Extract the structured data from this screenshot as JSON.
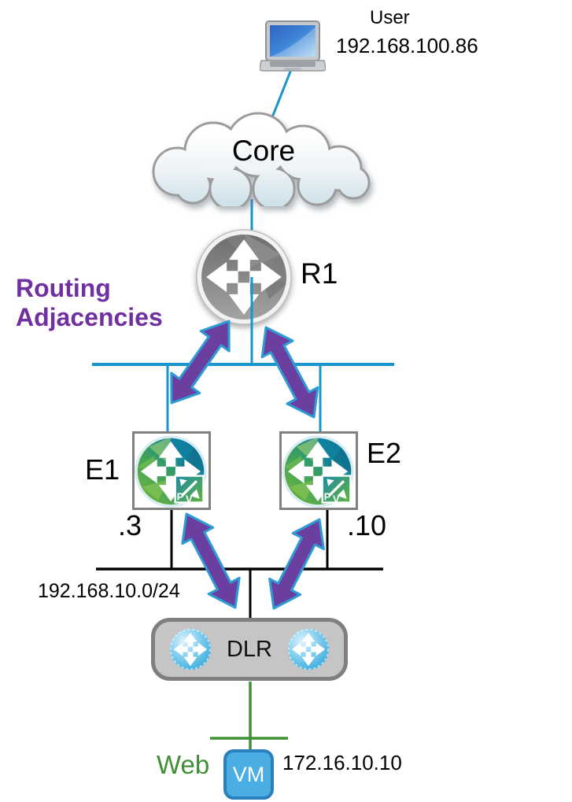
{
  "nodes": {
    "user": {
      "label": "User",
      "ip": "192.168.100.86"
    },
    "core": {
      "label": "Core"
    },
    "r1": {
      "label": "R1"
    },
    "e1": {
      "label": "E1",
      "ip": ".3"
    },
    "e2": {
      "label": "E2",
      "ip": ".10"
    },
    "dlr": {
      "label": "DLR"
    },
    "vm": {
      "label": "VM",
      "name": "Web",
      "ip": "172.16.10.10"
    }
  },
  "annotations": {
    "routing_adjacencies": "Routing Adjacencies",
    "transit_network": "192.168.10.0/24"
  },
  "edge_badge": {
    "p": "P",
    "v": "V"
  },
  "colors": {
    "link_blue": "#1795cc",
    "link_black": "#000000",
    "link_green": "#3f8f35",
    "arrow_purple": "#6b3fa0",
    "arrow_outline": "#2e9bd5",
    "annotation_purple": "#7030a0",
    "web_green": "#3f8f35",
    "vm_fill": "#4aaee2",
    "vm_border": "#2b7fbd",
    "dlr_fill": "#c5c5c5",
    "dlr_border": "#7f7f7f"
  }
}
